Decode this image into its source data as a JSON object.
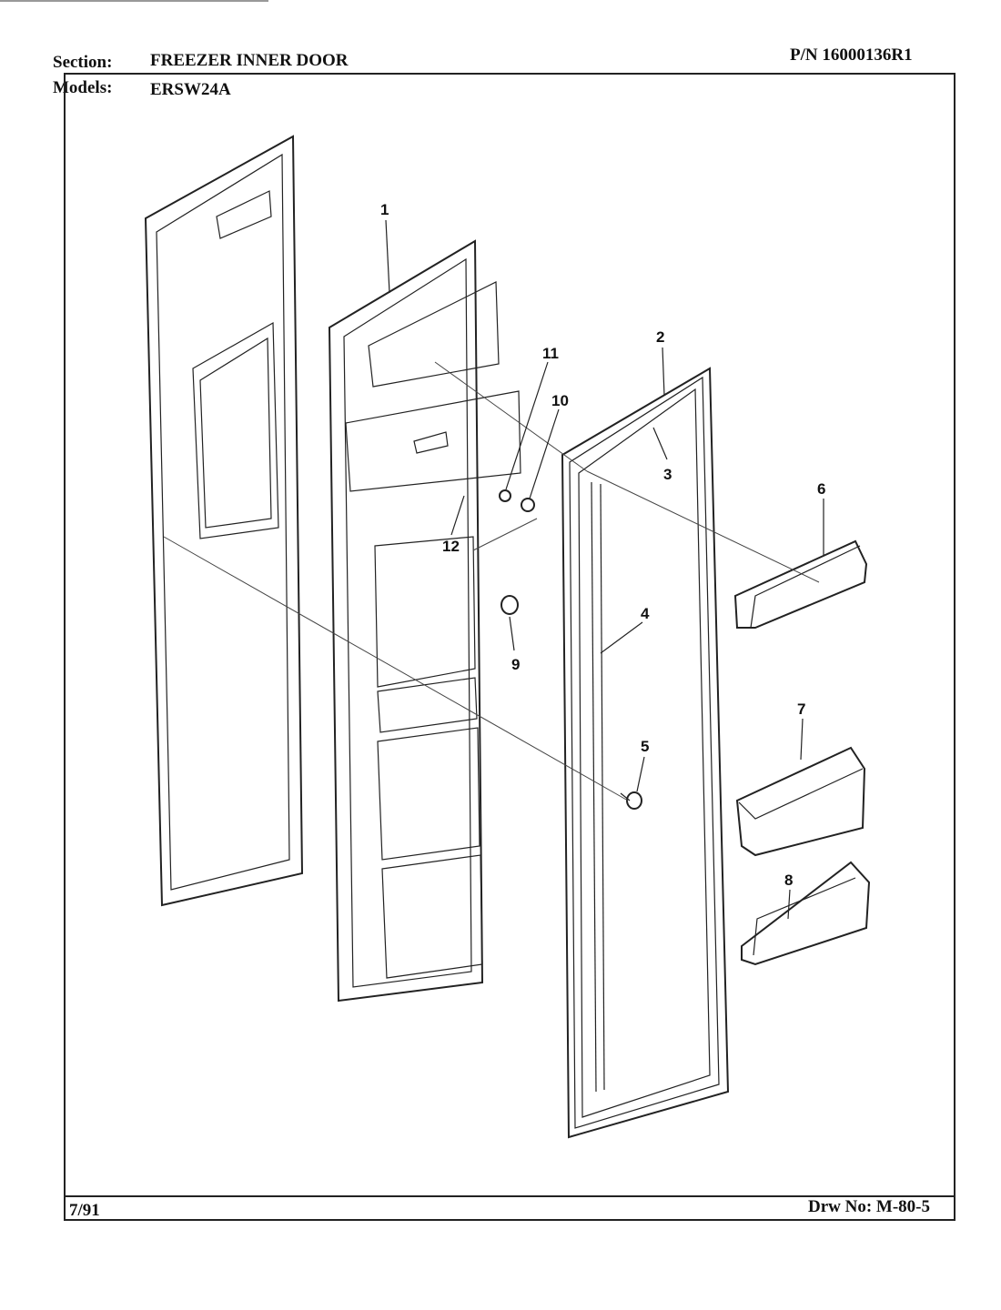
{
  "header": {
    "section_label": "Section:",
    "section_value": "FREEZER INNER DOOR",
    "pn": "P/N 16000136R1",
    "models_label": "Models:",
    "models_value": "ERSW24A"
  },
  "footer": {
    "date": "7/91",
    "drawing_no": "Drw No: M-80-5"
  },
  "callouts": [
    "1",
    "2",
    "3",
    "4",
    "5",
    "6",
    "7",
    "8",
    "9",
    "10",
    "11",
    "12"
  ]
}
